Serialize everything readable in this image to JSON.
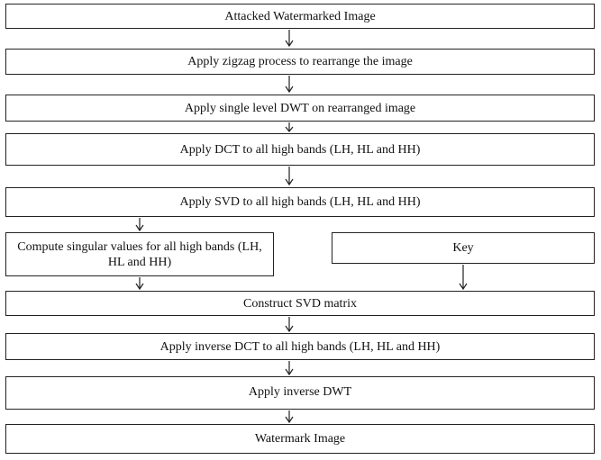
{
  "diagram": {
    "steps": {
      "attacked_watermarked_image": "Attacked Watermarked Image",
      "zigzag": "Apply zigzag process to rearrange the image",
      "dwt": "Apply single level DWT on rearranged image",
      "dct": "Apply DCT to all high bands (LH, HL and HH)",
      "svd": "Apply SVD to all high bands (LH, HL and HH)",
      "singular_values": "Compute singular values for all high bands (LH, HL and HH)",
      "key": "Key",
      "construct_svd": "Construct SVD matrix",
      "inverse_dct": "Apply inverse DCT to all high bands (LH, HL and HH)",
      "inverse_dwt": "Apply inverse DWT",
      "watermark_image": "Watermark Image"
    }
  }
}
